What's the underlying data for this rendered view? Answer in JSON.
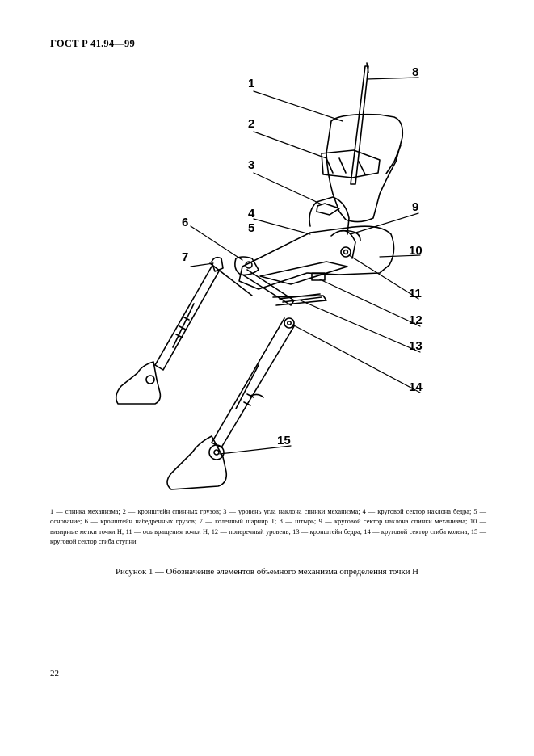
{
  "header": {
    "doc_id": "ГОСТ Р 41.94—99"
  },
  "figure": {
    "callouts": [
      {
        "num": "1"
      },
      {
        "num": "2"
      },
      {
        "num": "3"
      },
      {
        "num": "4"
      },
      {
        "num": "5"
      },
      {
        "num": "6"
      },
      {
        "num": "7"
      },
      {
        "num": "8"
      },
      {
        "num": "9"
      },
      {
        "num": "10"
      },
      {
        "num": "11"
      },
      {
        "num": "12"
      },
      {
        "num": "13"
      },
      {
        "num": "14"
      },
      {
        "num": "15"
      }
    ]
  },
  "legend": {
    "text": "1 — спинка механизма; 2 — кронштейн спинных грузов; 3 — уровень угла наклона спинки механизма; 4 — круговой сектор наклона бедра; 5 — основание; 6 — кронштейн набедренных грузов; 7 — коленный шарнир T; 8 — штырь; 9 — круговой сектор наклона спинки механизма; 10 — визирные метки точки H; 11 — ось вращения точки H; 12 — поперечный уровень; 13 — кронштейн бедра; 14 — круговой сектор сгиба колена; 15 — круговой сектор сгиба ступни"
  },
  "caption": {
    "text": "Рисунок 1 — Обозначение элементов объемного механизма определения точки H"
  },
  "page": {
    "number": "22"
  }
}
